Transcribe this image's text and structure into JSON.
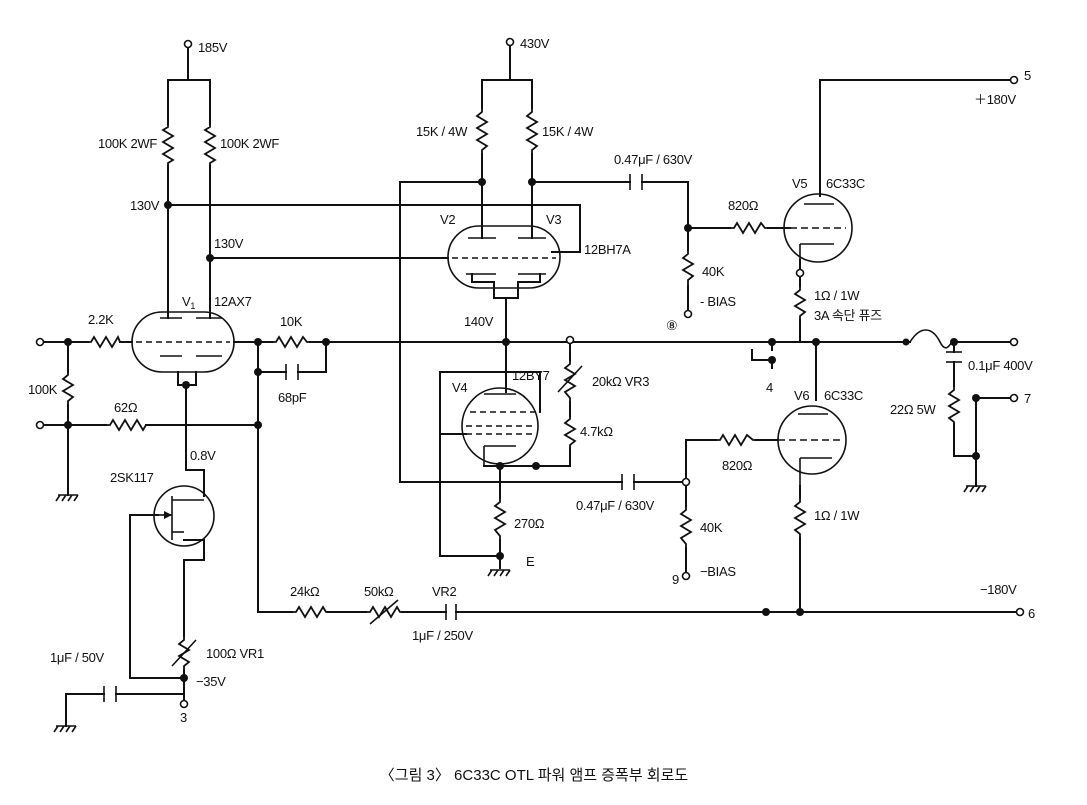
{
  "supply": {
    "v185": "185V",
    "v430": "430V",
    "v130a": "130V",
    "v130b": "130V",
    "v140": "140V",
    "v08": "0.8V",
    "vneg35": "−35V",
    "plus180": "＋180V",
    "minus180": "−180V"
  },
  "tubes": {
    "v1": "V",
    "v1_sub": "1",
    "v1_type": "12AX7",
    "v2": "V2",
    "v3": "V3",
    "v23_type": "12BH7A",
    "v4": "V4",
    "v4_type": "12BY7",
    "v5": "V5",
    "v5_type": "6C33C",
    "v6": "V6",
    "v6_type": "6C33C",
    "fet": "2SK117"
  },
  "components": {
    "r100k_2wf_a": "100K 2WF",
    "r100k_2wf_b": "100K 2WF",
    "r15k_a": "15K / 4W",
    "r15k_b": "15K / 4W",
    "c047_top": "0.47μF / 630V",
    "r820_top": "820Ω",
    "r40k_top": "40K",
    "bias_top": "- BIAS",
    "r1_fuse": "1Ω / 1W",
    "fuse": "3A 속단 퓨즈",
    "r22k": "2.2K",
    "r100k": "100K",
    "r62": "62Ω",
    "r10k": "10K",
    "c68p": "68pF",
    "vr3": "20kΩ VR3",
    "r47k": "4.7kΩ",
    "r270": "270Ω",
    "c047_bot": "0.47μF / 630V",
    "r820_bot": "820Ω",
    "r40k_bot": "40K",
    "bias_bot": "−BIAS",
    "r1_bot": "1Ω / 1W",
    "c01": "0.1μF 400V",
    "r22_5w": "22Ω  5W",
    "r24k": "24kΩ",
    "r50k": "50kΩ",
    "vr2": "VR2",
    "c1_250": "1μF / 250V",
    "vr1": "100Ω VR1",
    "c1_50": "1μF / 50V",
    "gnd_e": "E"
  },
  "terminals": {
    "t3": "3",
    "t4": "4",
    "t5": "5",
    "t6": "6",
    "t7": "7",
    "t8": "⑧",
    "t9": "9"
  },
  "caption": "〈그림 3〉 6C33C OTL 파워 앰프 증폭부 회로도"
}
